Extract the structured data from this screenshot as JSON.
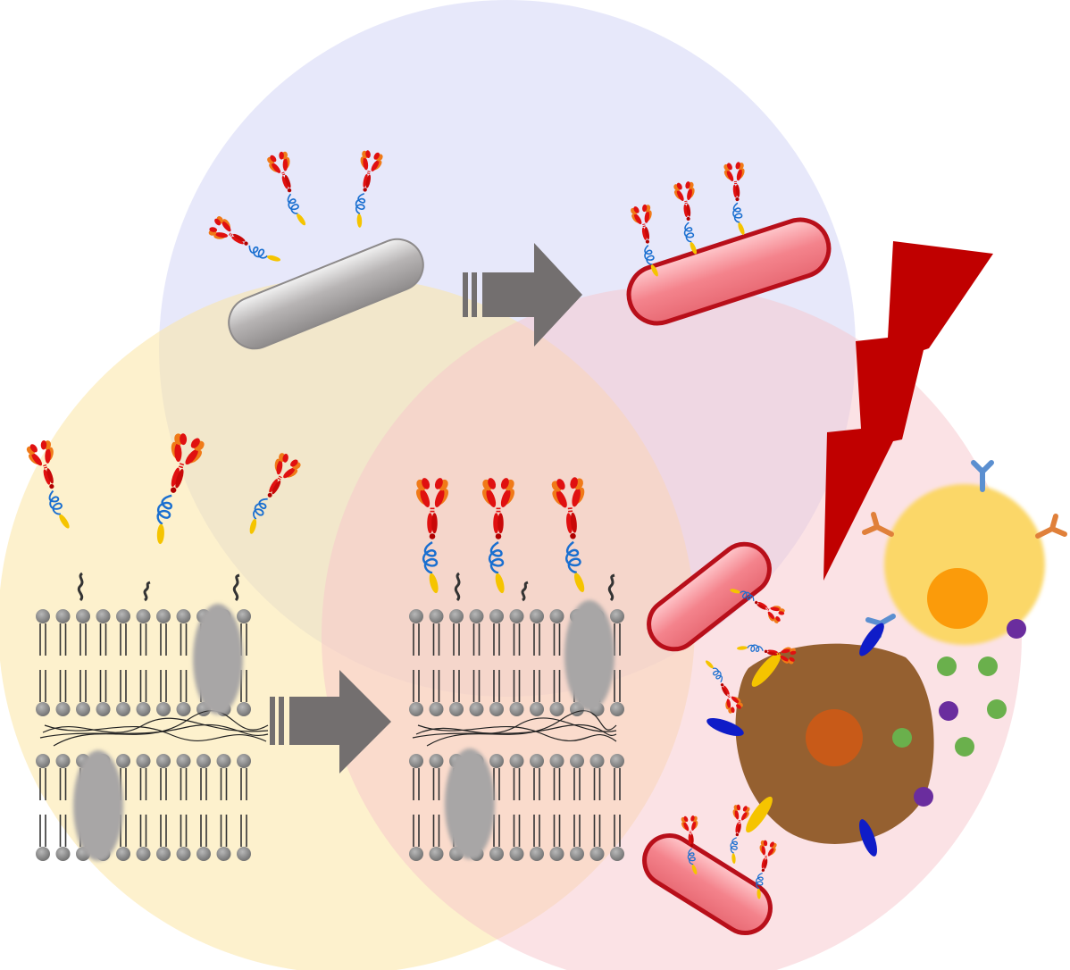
{
  "figure": {
    "background": "#ffffff",
    "zones": [
      {
        "name": "blue-circle-zone",
        "color": "#c9ccf5"
      },
      {
        "name": "yellow-circle-zone",
        "color": "#fbe5a4"
      },
      {
        "name": "pink-circle-zone",
        "color": "#f8c6cc"
      }
    ],
    "icons": {
      "bacterium_uncoated": "grey-rod-bacterium-icon",
      "bacterium_coated": "red-rod-bacterium-icon",
      "antibody": "y-shaped-antibody-icon",
      "arrow": "grey-block-arrow-icon",
      "lightning": "lightning-bolt-icon",
      "immune_cell": "brown-macrophage-icon",
      "lymphocyte": "yellow-lymphocyte-icon",
      "membrane": "lipid-bilayer-icon"
    },
    "colors": {
      "antibody_heavy": "#e01010",
      "antibody_light": "#f07a18",
      "linker": "#1a6fd0",
      "tag": "#f5c400",
      "bacterium_grey": "#b5b2b2",
      "bacterium_red": "#f5808a",
      "bacterium_red_outline": "#b80f1a",
      "arrow_grey": "#736f6f",
      "lightning_red": "#c00000",
      "macrophage": "#956030",
      "macrophage_nucleus": "#c85a18",
      "lymphocyte": "#fbd767",
      "lymphocyte_nucleus": "#fb9b0a",
      "receptor_blue": "#0f1cc8",
      "granule_green": "#6ab04c",
      "granule_purple": "#6a2d9e",
      "membrane_bead": "#8c8c8c",
      "membrane_protein": "#a8a6a6"
    }
  }
}
